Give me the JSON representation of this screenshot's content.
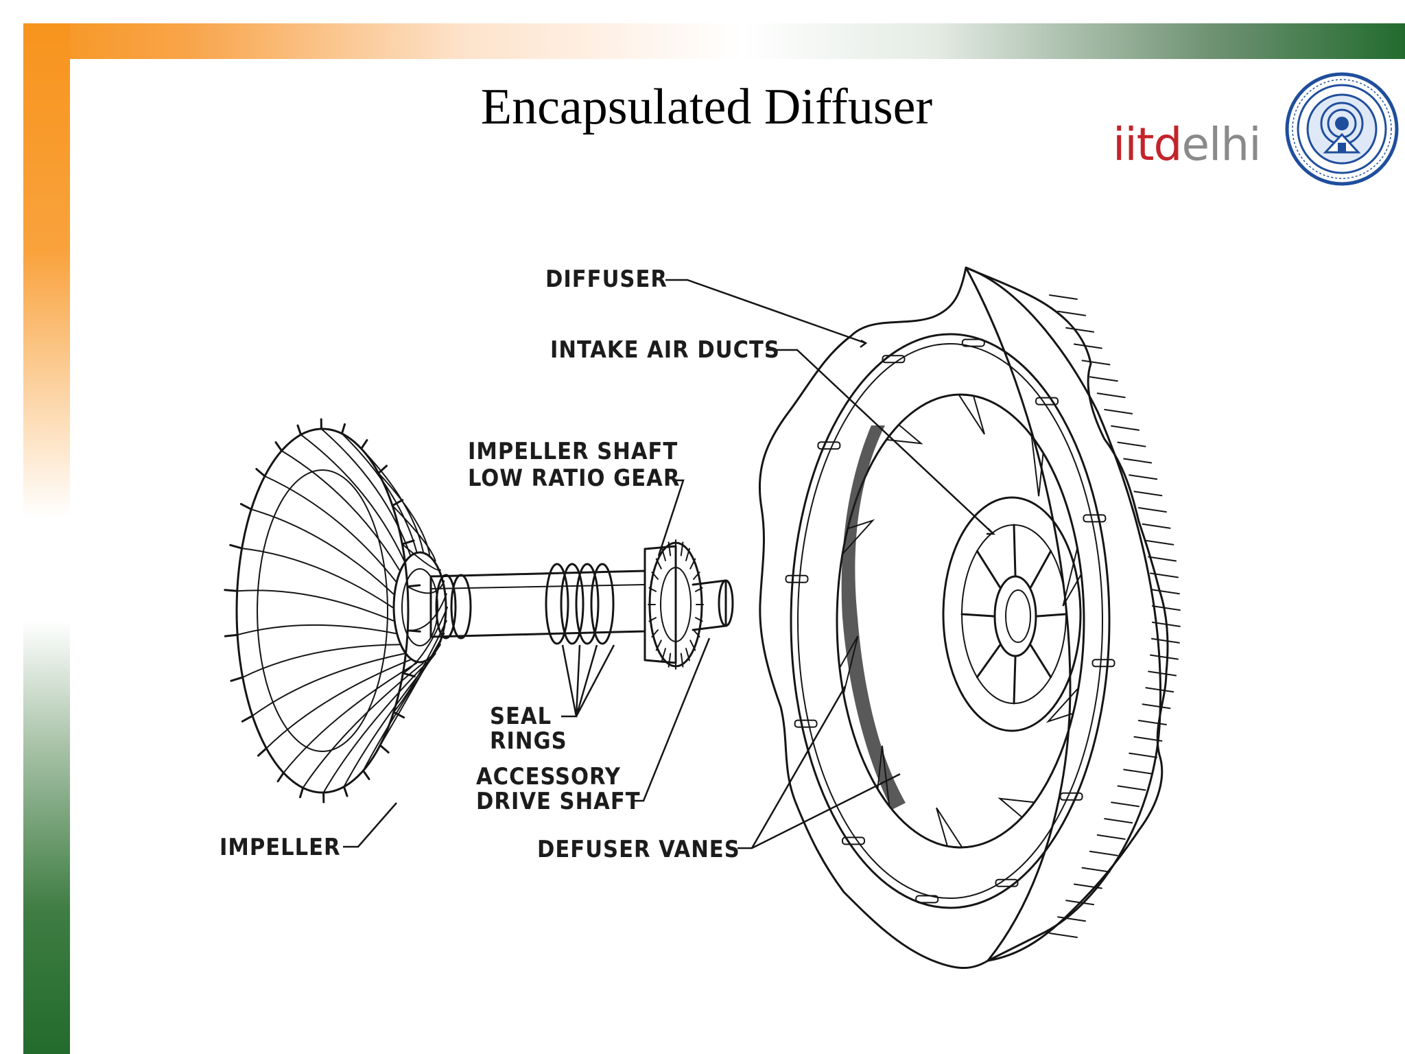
{
  "slide": {
    "title": "Encapsulated Diffuser",
    "brand_iitd": "iitd",
    "brand_delhi": "elhi",
    "colors": {
      "saffron": "#f7941d",
      "green": "#226b2e",
      "rule_blue": "#3b3f9c",
      "rule_teal": "#1a9a8e",
      "brand_red": "#c4232b",
      "brand_grey": "#8a8a8a",
      "emblem_blue": "#1f4e9c"
    }
  },
  "diagram": {
    "labels": {
      "diffuser": "DIFFUSER",
      "intake_air_ducts": "INTAKE AIR DUCTS",
      "impeller_shaft_line1": "IMPELLER SHAFT",
      "impeller_shaft_line2": "LOW RATIO GEAR",
      "seal_rings_line1": "SEAL",
      "seal_rings_line2": "RINGS",
      "accessory_line1": "ACCESSORY",
      "accessory_line2": "DRIVE SHAFT",
      "impeller": "IMPELLER",
      "defuser_vanes": "DEFUSER VANES"
    }
  }
}
